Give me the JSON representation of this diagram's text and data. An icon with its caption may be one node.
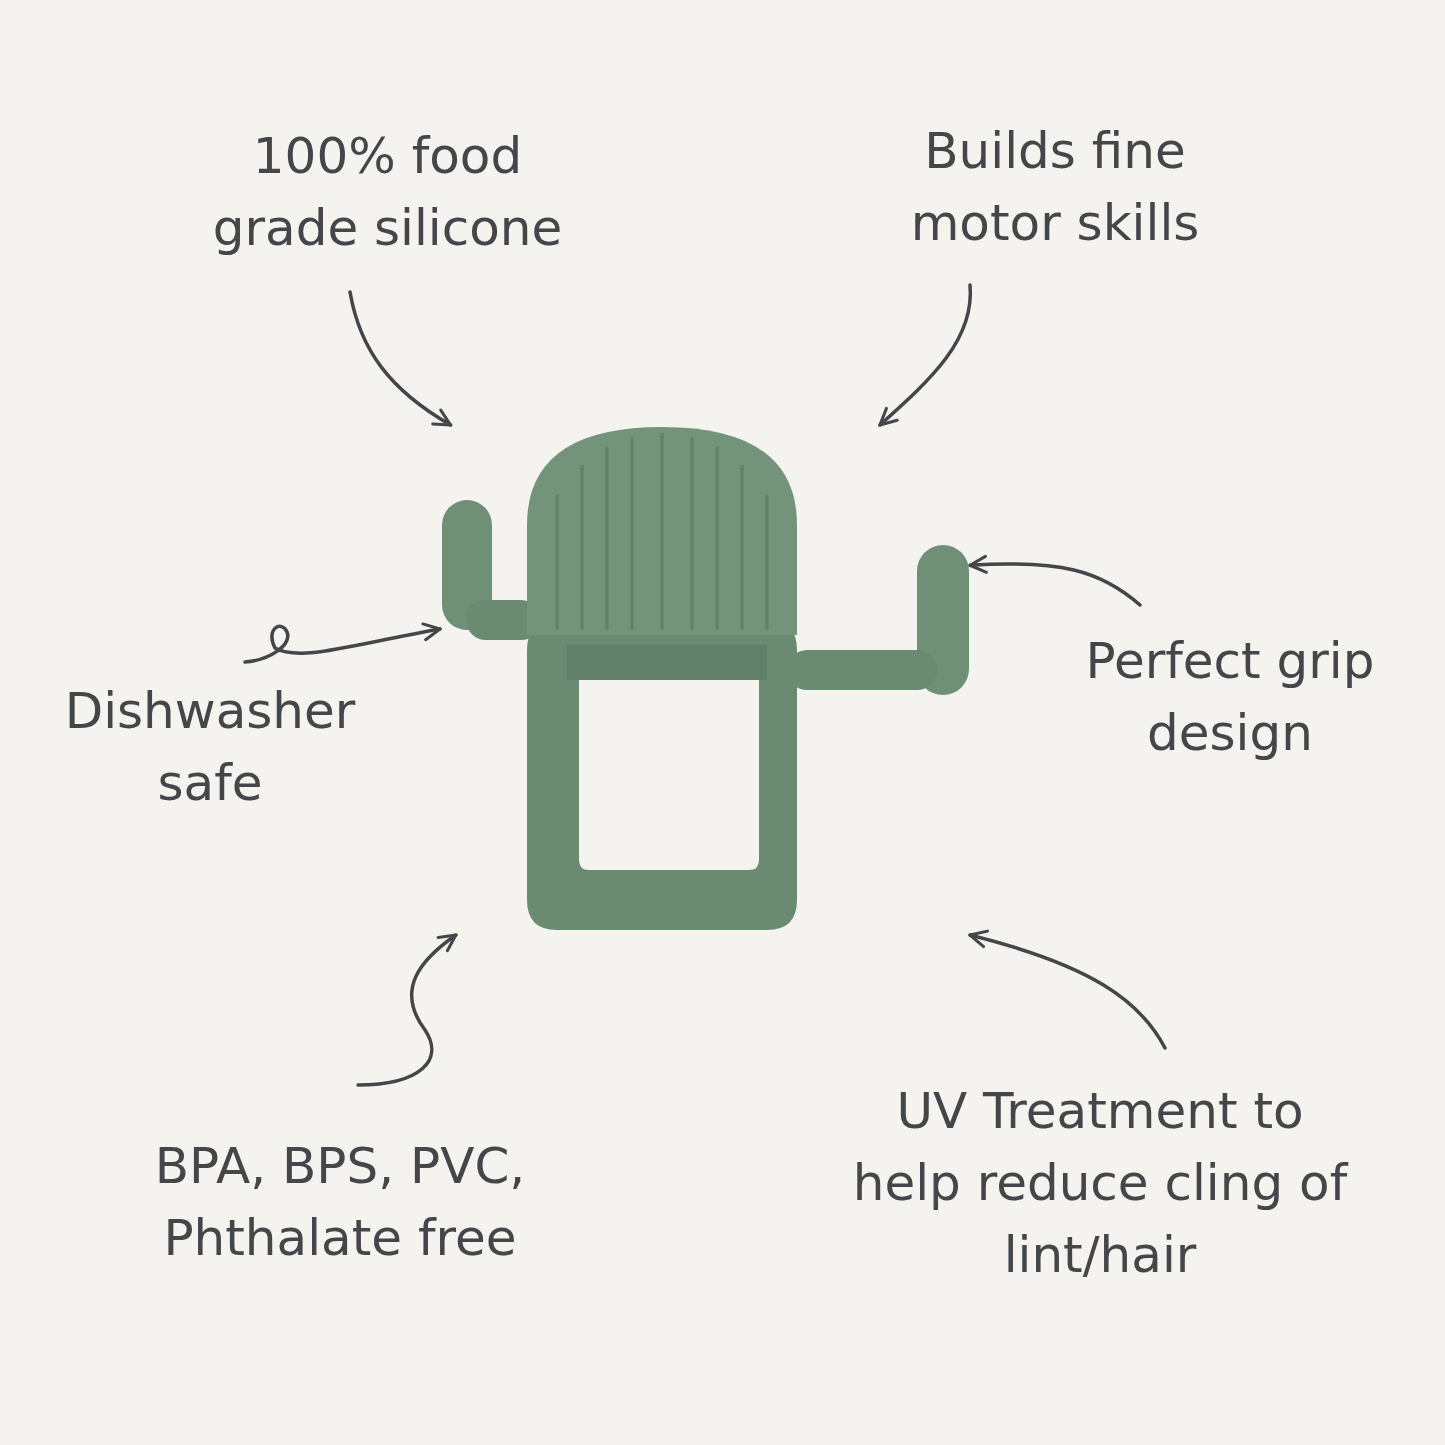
{
  "diagram": {
    "nodes": [
      {
        "text": [
          "100% food grade silicone"
        ]
      },
      {
        "text": [
          "Builds fine motor skills"
        ]
      },
      {
        "text": [
          "Dishwasher safe"
        ]
      },
      {
        "text": [
          "Perfect grip design"
        ]
      },
      {
        "text": [
          "BPA, BPS, PVC, Phthalate free"
        ]
      },
      {
        "text": [
          "UV Treatment to help reduce cling of lint/hair"
        ]
      },
      {
        "text": [],
        "shape": "picture"
      }
    ],
    "edges": [
      {
        "from": 0,
        "to": 6,
        "arrow": "to"
      },
      {
        "from": 1,
        "to": 6,
        "arrow": "to"
      },
      {
        "from": 2,
        "to": 6,
        "arrow": "to"
      },
      {
        "from": 3,
        "to": 6,
        "arrow": "to"
      },
      {
        "from": 4,
        "to": 6,
        "arrow": "to"
      },
      {
        "from": 5,
        "to": 6,
        "arrow": "to"
      }
    ]
  }
}
